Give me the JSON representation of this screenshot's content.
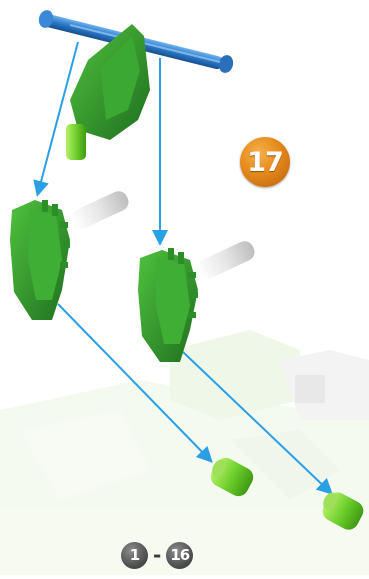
{
  "step_number": "17",
  "range": {
    "from": "1",
    "to": "16",
    "separator": "-"
  },
  "colors": {
    "rod": "#2a78c8",
    "connector": "#2f9a2c",
    "connector_dark": "#1f6e1f",
    "arrow": "#2b9fe6",
    "end_cap": "#7ed33a",
    "badge": "#e58a1c"
  }
}
